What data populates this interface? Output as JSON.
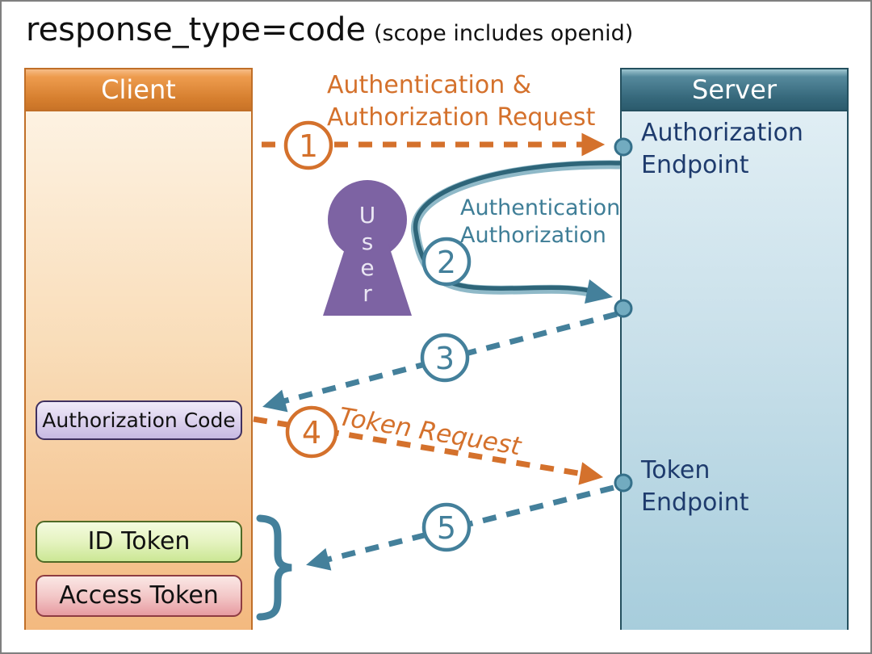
{
  "title": {
    "main": "response_type=code",
    "sub": "(scope includes openid)"
  },
  "client": {
    "header": "Client",
    "authorization_code": "Authorization Code",
    "id_token": "ID Token",
    "access_token": "Access Token"
  },
  "server": {
    "header": "Server",
    "authorization_endpoint_line1": "Authorization",
    "authorization_endpoint_line2": "Endpoint",
    "token_endpoint_line1": "Token",
    "token_endpoint_line2": "Endpoint"
  },
  "user": {
    "letter1": "U",
    "letter2": "s",
    "letter3": "e",
    "letter4": "r"
  },
  "steps": {
    "step1": {
      "num": "1",
      "label_line1": "Authentication &",
      "label_line2": "Authorization Request"
    },
    "step2": {
      "num": "2",
      "label_line1": "Authentication",
      "label_line2": "Authorization"
    },
    "step3": {
      "num": "3"
    },
    "step4": {
      "num": "4",
      "label": "Token Request"
    },
    "step5": {
      "num": "5"
    }
  },
  "colors": {
    "orange": "#d4712c",
    "teal": "#44809b",
    "teal_dark": "#2e6579",
    "navy": "#1e3b6d",
    "purple": "#7d63a3",
    "dot_fill": "#72abc0"
  }
}
